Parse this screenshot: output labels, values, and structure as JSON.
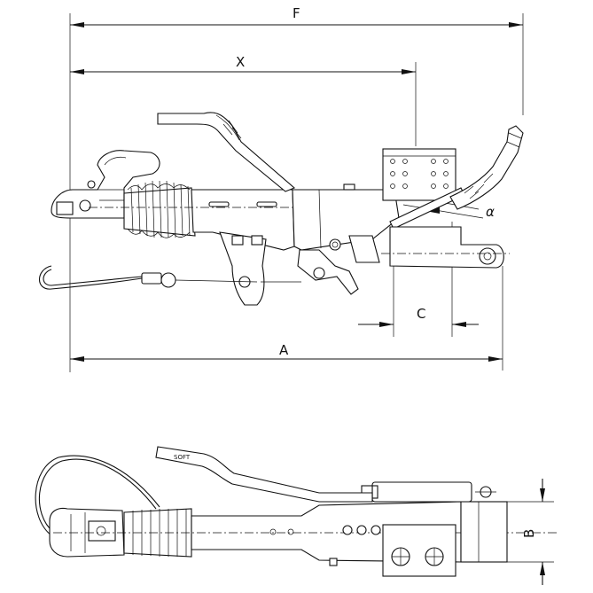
{
  "dimensions": {
    "F": "F",
    "X": "X",
    "A": "A",
    "C": "C",
    "alpha": "α",
    "B": "B"
  },
  "labels": {
    "handle_text": "SOFT"
  }
}
